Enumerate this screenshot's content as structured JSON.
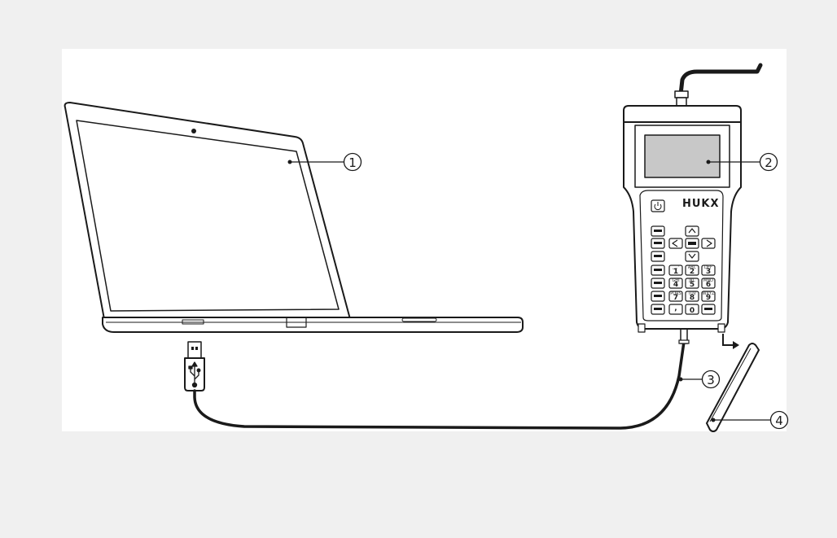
{
  "device": {
    "brand": "HUKX",
    "keypad": [
      {
        "num": "1",
        "sub": "␣.,'"
      },
      {
        "num": "2",
        "sub": "ABC"
      },
      {
        "num": "3",
        "sub": "DEF"
      },
      {
        "num": "4",
        "sub": "GHI"
      },
      {
        "num": "5",
        "sub": "JKL"
      },
      {
        "num": "6",
        "sub": "MNO"
      },
      {
        "num": "7",
        "sub": "PQRS"
      },
      {
        "num": "8",
        "sub": "TUV"
      },
      {
        "num": "9",
        "sub": "WXYZ"
      },
      {
        "num": ",",
        "sub": ""
      },
      {
        "num": "0",
        "sub": "␣"
      }
    ]
  },
  "callouts": [
    {
      "id": "laptop-screen",
      "label": "1"
    },
    {
      "id": "device-display",
      "label": "2"
    },
    {
      "id": "usb-cable",
      "label": "3"
    },
    {
      "id": "battery-cover",
      "label": "4"
    }
  ],
  "icons": {
    "power": "power-icon",
    "usb": "usb-symbol-icon",
    "up": "chevron-up-icon",
    "down": "chevron-down-icon",
    "left": "chevron-left-icon",
    "right": "chevron-right-icon"
  }
}
